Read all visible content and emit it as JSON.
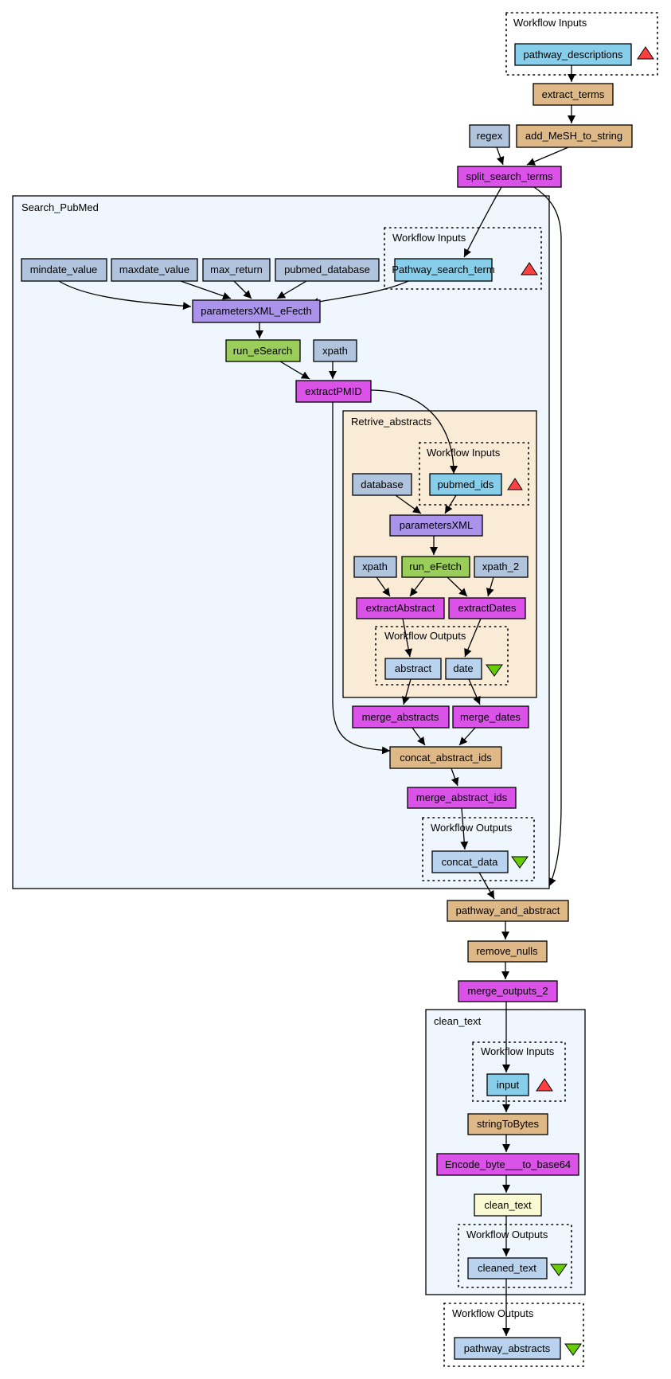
{
  "colors": {
    "input_port": "#87ceeb",
    "output_port": "#b9d3ee",
    "constant": "#b0c4de",
    "beanshell": "#deb887",
    "xpath_service": "#da52e8",
    "rest_service": "#9acd59",
    "xml_splitter": "#ab92ea",
    "text_constant": "#fafad2",
    "subworkflow_bg": "#eff6fd",
    "nested_bg": "#faebd7",
    "input_triangle": "#ff4040",
    "output_triangle": "#66cd00"
  },
  "clusters": {
    "wf_inputs_top": "Workflow Inputs",
    "search_pubmed": "Search_PubMed",
    "sp_inputs": "Workflow Inputs",
    "retrive_abstracts": "Retrive_abstracts",
    "ra_inputs": "Workflow Inputs",
    "ra_outputs": "Workflow Outputs",
    "sp_outputs": "Workflow Outputs",
    "clean_text": "clean_text",
    "ct_inputs": "Workflow Inputs",
    "ct_outputs": "Workflow Outputs",
    "wf_outputs_bottom": "Workflow Outputs"
  },
  "nodes": {
    "pathway_descriptions": "pathway_descriptions",
    "extract_terms": "extract_terms",
    "regex": "regex",
    "add_MeSH_to_string": "add_MeSH_to_string",
    "split_search_terms": "split_search_terms",
    "mindate_value": "mindate_value",
    "maxdate_value": "maxdate_value",
    "max_return": "max_return",
    "pubmed_database": "pubmed_database",
    "Pathway_search_term": "Pathway_search_term",
    "parametersXML_eFecth": "parametersXML_eFecth",
    "run_eSearch": "run_eSearch",
    "xpath_top": "xpath",
    "extractPMID": "extractPMID",
    "database": "database",
    "pubmed_ids": "pubmed_ids",
    "parametersXML": "parametersXML",
    "xpath_inner": "xpath",
    "run_eFetch": "run_eFetch",
    "xpath_2": "xpath_2",
    "extractAbstract": "extractAbstract",
    "extractDates": "extractDates",
    "abstract": "abstract",
    "date": "date",
    "merge_abstracts": "merge_abstracts",
    "merge_dates": "merge_dates",
    "concat_abstract_ids": "concat_abstract_ids",
    "merge_abstract_ids": "merge_abstract_ids",
    "concat_data": "concat_data",
    "pathway_and_abstract": "pathway_and_abstract",
    "remove_nulls": "remove_nulls",
    "merge_outputs_2": "merge_outputs_2",
    "input": "input",
    "stringToBytes": "stringToBytes",
    "Encode_byte_to_base64": "Encode_byte___to_base64",
    "clean_text_node": "clean_text",
    "cleaned_text": "cleaned_text",
    "pathway_abstracts": "pathway_abstracts"
  }
}
